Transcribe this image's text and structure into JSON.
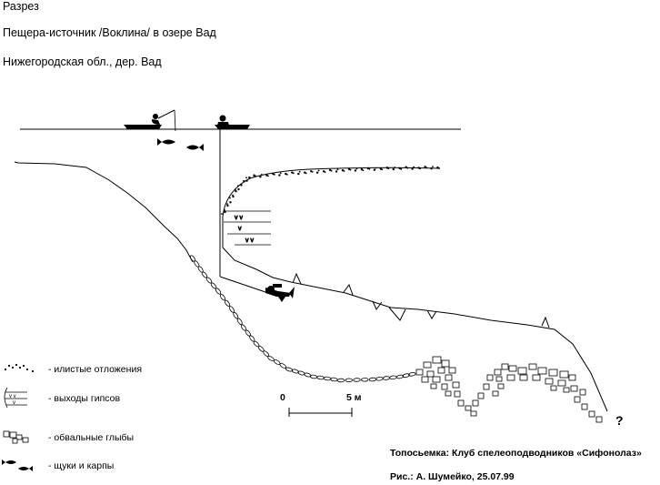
{
  "header": {
    "line1": "Разрез",
    "line2": "Пещера-источник /Воклина/ в озере Вад",
    "line3": "Нижегородская обл., дер. Вад"
  },
  "scale": {
    "zero": "0",
    "five": "5 м"
  },
  "question_mark": "?",
  "legend": [
    {
      "icon": "silt-deposit-icon",
      "label": "- илистые отложения"
    },
    {
      "icon": "gypsum-outcrop-icon",
      "label": "- выходы гипсов"
    },
    {
      "icon": "boulder-icon",
      "label": "- обвальные глыбы"
    },
    {
      "icon": "fish-icon",
      "label": "- щуки  и  карпы"
    }
  ],
  "credits": {
    "survey": "Топосьемка:   Клуб спелеоподводников «Сифонолаз»",
    "drawing": "Рис.: А. Шумейко, 25.07.99"
  },
  "colors": {
    "ink": "#000000",
    "paper": "#ffffff"
  }
}
